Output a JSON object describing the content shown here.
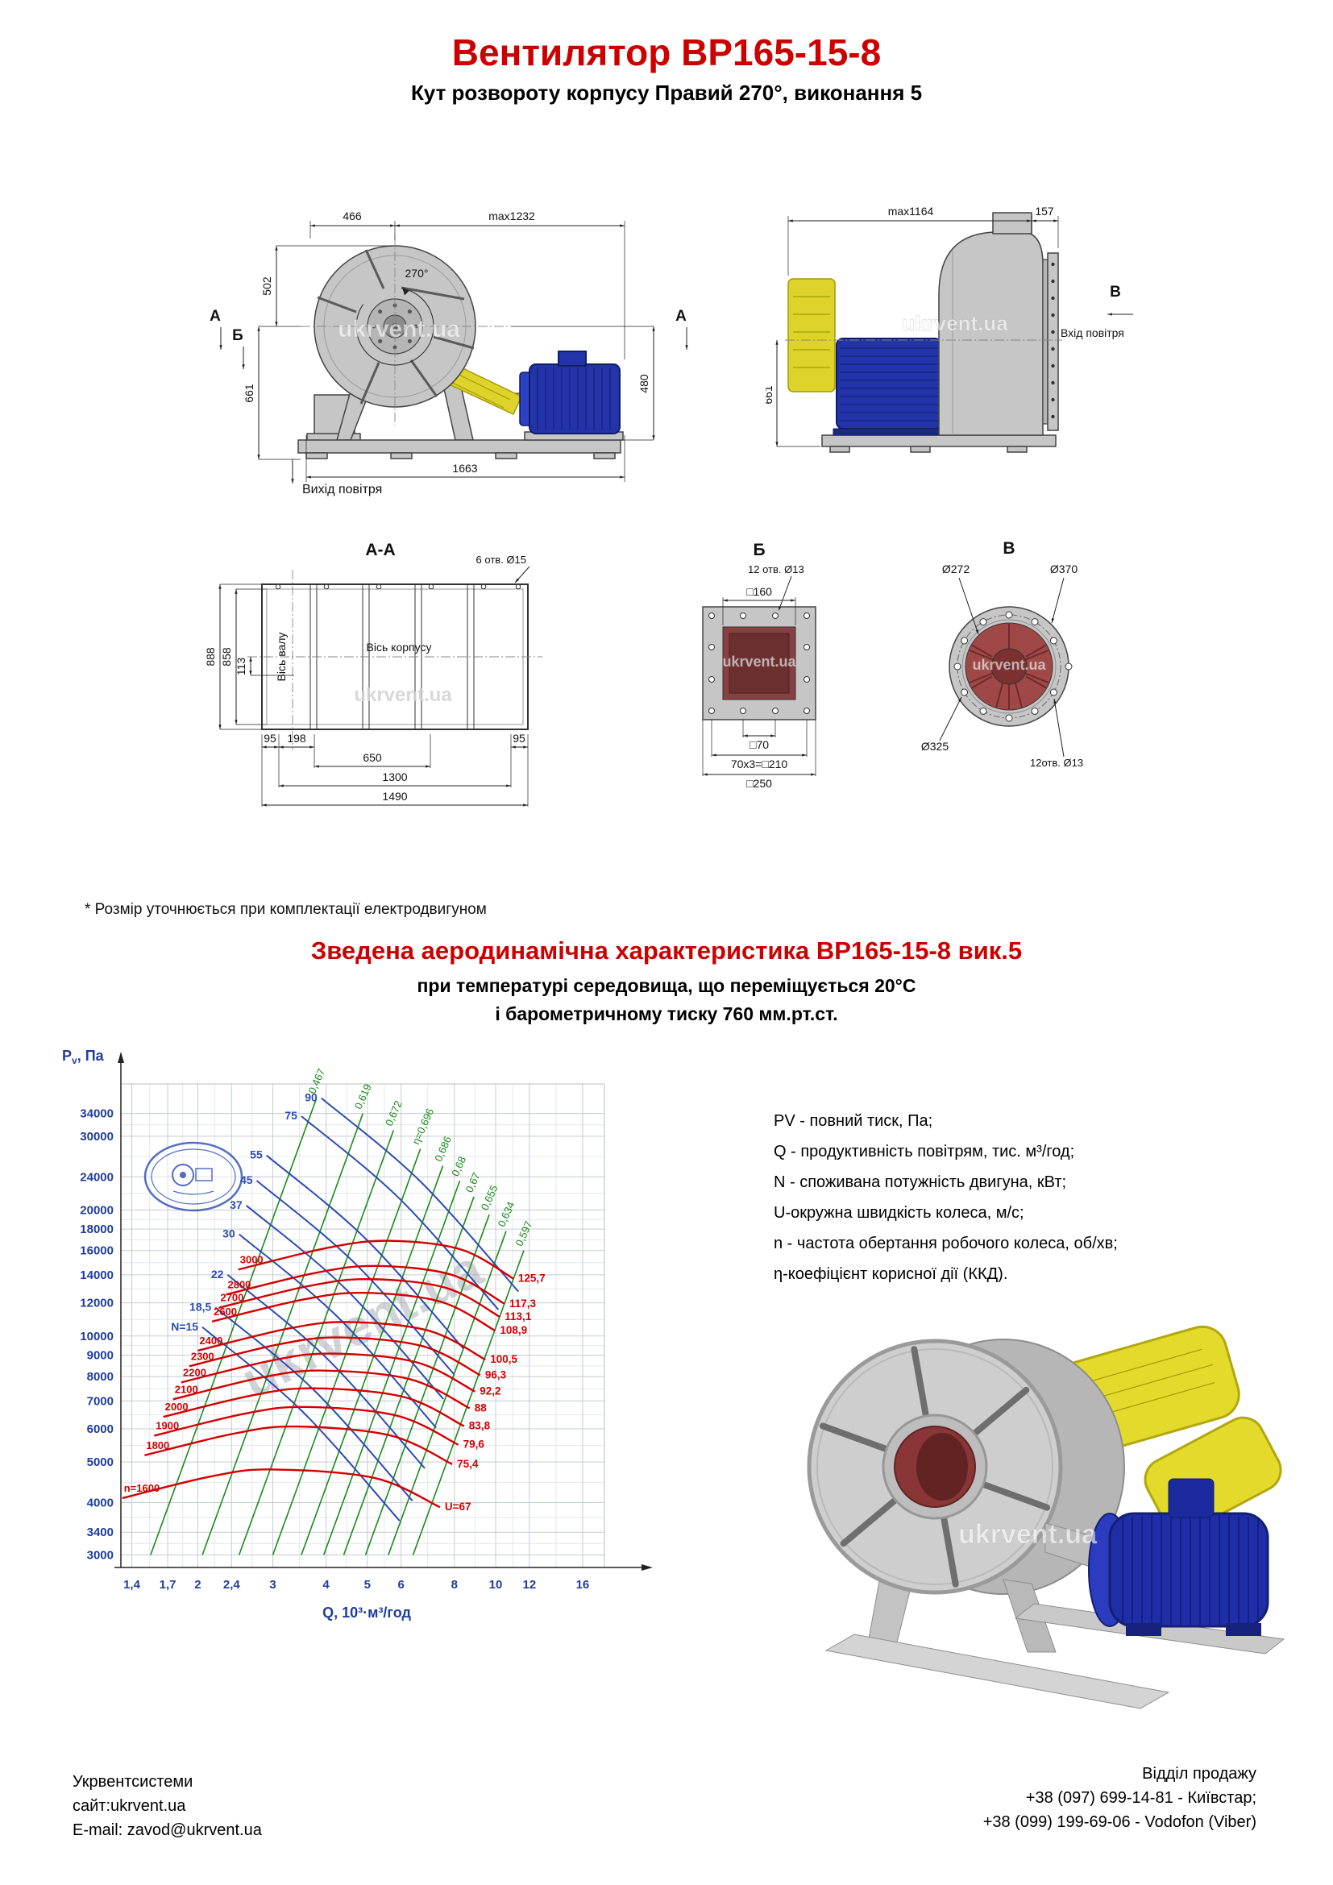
{
  "header": {
    "title": "Вентилятор ВР165-15-8",
    "subtitle": "Кут розвороту корпусу Правий 270°, виконання 5"
  },
  "front_view": {
    "dim_466": "466",
    "dim_max1232": "max1232",
    "angle": "270°",
    "dim_502": "502",
    "dim_480": "480",
    "dim_661": "661",
    "dim_1663": "1663",
    "marker_a_left": "А",
    "marker_b": "Б",
    "marker_a_right": "А",
    "air_out": "Вихід повітря",
    "watermark": "ukrvent.ua"
  },
  "side_view": {
    "dim_max1164": "max1164",
    "dim_157": "157",
    "dim_661": "661",
    "marker_v": "В",
    "air_in": "Вхід повітря",
    "watermark": "ukrvent.ua"
  },
  "section_aa": {
    "title": "А-А",
    "holes": "6 отв. Ø15",
    "dim_888": "888",
    "dim_858": "858",
    "dim_113": "113",
    "dim_95_left": "95",
    "dim_198": "198",
    "dim_95_right": "95",
    "dim_650": "650",
    "dim_1300": "1300",
    "dim_1490": "1490",
    "axis_shaft": "Вісь валу",
    "axis_body": "Вісь корпусу",
    "watermark": "ukrvent.ua"
  },
  "view_b": {
    "title": "Б",
    "holes": "12 отв. Ø13",
    "dim_160": "□160",
    "dim_70": "□70",
    "dim_210": "70х3=□210",
    "dim_250": "□250",
    "watermark": "ukrvent.ua"
  },
  "view_v": {
    "title": "В",
    "d272": "Ø272",
    "d370": "Ø370",
    "d325": "Ø325",
    "holes": "12отв. Ø13",
    "watermark": "ukrvent.ua"
  },
  "note": "* Розмір уточнюється при комплектації електродвигуном",
  "chart": {
    "title": "Зведена аеродинамічна характеристика ВР165-15-8 вик.5",
    "subtitle1": "при температурі середовища, що переміщується 20°С",
    "subtitle2": "і барометричному тиску 760 мм.рт.ст.",
    "y_label_main": "P",
    "y_label_sub": "v",
    "y_label_rest": ", Па",
    "x_label": "Q, 10³·м³/год",
    "watermark": "ukrvent.ua"
  },
  "chart_data": {
    "type": "line",
    "log_x": true,
    "log_y": true,
    "xlim": [
      1.32,
      18
    ],
    "ylim": [
      2800,
      40000
    ],
    "x_ticks": [
      1.4,
      1.7,
      2,
      2.4,
      3,
      4,
      5,
      6,
      8,
      10,
      12,
      16
    ],
    "x_tick_labels": [
      "1,4",
      "1,7",
      "2",
      "2,4",
      "3",
      "4",
      "5",
      "6",
      "8",
      "10",
      "12",
      "16"
    ],
    "y_ticks": [
      3000,
      3400,
      4000,
      5000,
      6000,
      7000,
      8000,
      9000,
      10000,
      12000,
      14000,
      16000,
      18000,
      20000,
      24000,
      30000,
      34000
    ],
    "y_tick_labels": [
      "3000",
      "3400",
      "4000",
      "5000",
      "6000",
      "7000",
      "8000",
      "9000",
      "10000",
      "12000",
      "14000",
      "16000",
      "18000",
      "20000",
      "24000",
      "30000",
      "34000"
    ],
    "colors": {
      "pressure": "#d40000",
      "power": "#2b4bb5",
      "efficiency": "#1c8a1c",
      "ticks": "#1f3d9c"
    },
    "pressure_curves": [
      {
        "n": 1600,
        "label": "n=1600",
        "u": "U=67",
        "points": [
          [
            1.33,
            4100
          ],
          [
            2.17,
            4630
          ],
          [
            3.0,
            4800
          ],
          [
            5.2,
            4580
          ],
          [
            7.4,
            3900
          ]
        ]
      },
      {
        "n": 1800,
        "label": "1800",
        "u": "75,4",
        "points": [
          [
            1.5,
            5190
          ],
          [
            2.44,
            5850
          ],
          [
            3.38,
            6080
          ],
          [
            5.65,
            5790
          ],
          [
            7.91,
            4940
          ]
        ]
      },
      {
        "n": 1900,
        "label": "1900",
        "u": "79,6",
        "points": [
          [
            1.58,
            5780
          ],
          [
            2.57,
            6520
          ],
          [
            3.56,
            6770
          ],
          [
            5.87,
            6450
          ],
          [
            8.17,
            5500
          ]
        ]
      },
      {
        "n": 2000,
        "label": "2000",
        "u": "83,8",
        "points": [
          [
            1.66,
            6410
          ],
          [
            2.71,
            7230
          ],
          [
            3.75,
            7500
          ],
          [
            6.09,
            7150
          ],
          [
            8.43,
            6090
          ]
        ]
      },
      {
        "n": 2100,
        "label": "2100",
        "u": "88",
        "points": [
          [
            1.75,
            7060
          ],
          [
            2.84,
            7970
          ],
          [
            3.94,
            8270
          ],
          [
            6.31,
            7880
          ],
          [
            8.69,
            6720
          ]
        ]
      },
      {
        "n": 2200,
        "label": "2200",
        "u": "92,2",
        "points": [
          [
            1.83,
            7750
          ],
          [
            2.98,
            8740
          ],
          [
            4.13,
            9080
          ],
          [
            6.53,
            8650
          ],
          [
            8.94,
            7370
          ]
        ]
      },
      {
        "n": 2300,
        "label": "2300",
        "u": "96,3",
        "points": [
          [
            1.91,
            8470
          ],
          [
            3.11,
            9560
          ],
          [
            4.31,
            9920
          ],
          [
            6.76,
            9450
          ],
          [
            9.2,
            8060
          ]
        ]
      },
      {
        "n": 2400,
        "label": "2400",
        "u": "100,5",
        "points": [
          [
            2.0,
            9230
          ],
          [
            3.25,
            10410
          ],
          [
            4.5,
            10800
          ],
          [
            6.98,
            10290
          ],
          [
            9.46,
            8780
          ]
        ]
      },
      {
        "n": 2600,
        "label": "2600",
        "u": "108,9",
        "points": [
          [
            2.16,
            10830
          ],
          [
            3.52,
            12210
          ],
          [
            4.88,
            12680
          ],
          [
            7.42,
            12080
          ],
          [
            9.97,
            10300
          ]
        ]
      },
      {
        "n": 2700,
        "label": "2700",
        "u": "113,1",
        "points": [
          [
            2.24,
            11680
          ],
          [
            3.65,
            13170
          ],
          [
            5.06,
            13670
          ],
          [
            7.65,
            13030
          ],
          [
            10.23,
            11110
          ]
        ]
      },
      {
        "n": 2800,
        "label": "2800",
        "u": "117,3",
        "points": [
          [
            2.33,
            12560
          ],
          [
            3.79,
            14160
          ],
          [
            5.25,
            14700
          ],
          [
            7.87,
            14010
          ],
          [
            10.49,
            11940
          ]
        ]
      },
      {
        "n": 3000,
        "label": "3000",
        "u": "125,7",
        "points": [
          [
            2.49,
            14410
          ],
          [
            4.06,
            16260
          ],
          [
            5.63,
            16880
          ],
          [
            8.31,
            16080
          ],
          [
            11.0,
            13710
          ]
        ]
      }
    ],
    "power_curves": [
      {
        "kw": 15,
        "label": "N=15",
        "points": [
          [
            2.05,
            10500
          ],
          [
            3.49,
            6660
          ],
          [
            5.95,
            3620
          ]
        ]
      },
      {
        "kw": 18.5,
        "label": "18,5",
        "points": [
          [
            2.2,
            11700
          ],
          [
            3.75,
            7420
          ],
          [
            6.38,
            4040
          ]
        ]
      },
      {
        "kw": 22,
        "label": "22",
        "points": [
          [
            2.35,
            14000
          ],
          [
            4.0,
            8880
          ],
          [
            6.82,
            4830
          ]
        ]
      },
      {
        "kw": 30,
        "label": "30",
        "points": [
          [
            2.5,
            17500
          ],
          [
            4.26,
            11100
          ],
          [
            7.25,
            6040
          ]
        ]
      },
      {
        "kw": 37,
        "label": "37",
        "points": [
          [
            2.6,
            20500
          ],
          [
            4.43,
            13000
          ],
          [
            7.54,
            7070
          ]
        ]
      },
      {
        "kw": 45,
        "label": "45",
        "points": [
          [
            2.75,
            23500
          ],
          [
            4.68,
            14900
          ],
          [
            7.98,
            8110
          ]
        ]
      },
      {
        "kw": 55,
        "label": "55",
        "points": [
          [
            2.9,
            27000
          ],
          [
            4.94,
            17120
          ],
          [
            8.41,
            9320
          ]
        ]
      },
      {
        "kw": 75,
        "label": "75",
        "points": [
          [
            3.5,
            33500
          ],
          [
            5.96,
            21240
          ],
          [
            10.15,
            11560
          ]
        ]
      },
      {
        "kw": 90,
        "label": "90",
        "points": [
          [
            3.9,
            37000
          ],
          [
            6.64,
            23460
          ],
          [
            11.31,
            12770
          ]
        ]
      }
    ],
    "efficiency_lines": [
      {
        "label": "0,467",
        "points": [
          [
            1.55,
            3000
          ],
          [
            3.8,
            37000
          ]
        ]
      },
      {
        "label": "0,619",
        "points": [
          [
            2.05,
            3000
          ],
          [
            4.88,
            34000
          ]
        ]
      },
      {
        "label": "0,672",
        "points": [
          [
            2.5,
            3000
          ],
          [
            5.76,
            31000
          ]
        ]
      },
      {
        "label": "η=0,696",
        "points": [
          [
            3.0,
            3000
          ],
          [
            6.66,
            28000
          ]
        ]
      },
      {
        "label": "0,686",
        "points": [
          [
            3.5,
            3000
          ],
          [
            7.52,
            25500
          ]
        ]
      },
      {
        "label": "0,68",
        "points": [
          [
            3.95,
            3000
          ],
          [
            8.24,
            23500
          ]
        ]
      },
      {
        "label": "0,67",
        "points": [
          [
            4.4,
            3000
          ],
          [
            8.89,
            21500
          ]
        ]
      },
      {
        "label": "0,655",
        "points": [
          [
            4.95,
            3000
          ],
          [
            9.66,
            19500
          ]
        ]
      },
      {
        "label": "0,634",
        "points": [
          [
            5.6,
            3000
          ],
          [
            10.58,
            17800
          ]
        ]
      },
      {
        "label": "0,597",
        "points": [
          [
            6.4,
            3000
          ],
          [
            11.64,
            16000
          ]
        ]
      }
    ]
  },
  "legend": {
    "items": [
      "PV - повний тиск, Па;",
      "Q - продуктивність повітрям, тис. м³/год;",
      "N - споживана потужність двигуна, кВт;",
      "U-окружна швидкість колеса, м/с;",
      "n - частота обертання робочого колеса, об/хв;",
      "η-коефіцієнт корисної дії (ККД)."
    ]
  },
  "render3d": {
    "watermark": "ukrvent.ua"
  },
  "footer": {
    "company": "Укрвентсистеми",
    "site": "сайт:ukrvent.ua",
    "email": "E-mail: zavod@ukrvent.ua",
    "sales": "Відділ продажу",
    "phone1": "+38 (097) 699-14-81 - Київстар;",
    "phone2": "+38 (099) 199-69-06 - Vodofon (Viber)"
  }
}
